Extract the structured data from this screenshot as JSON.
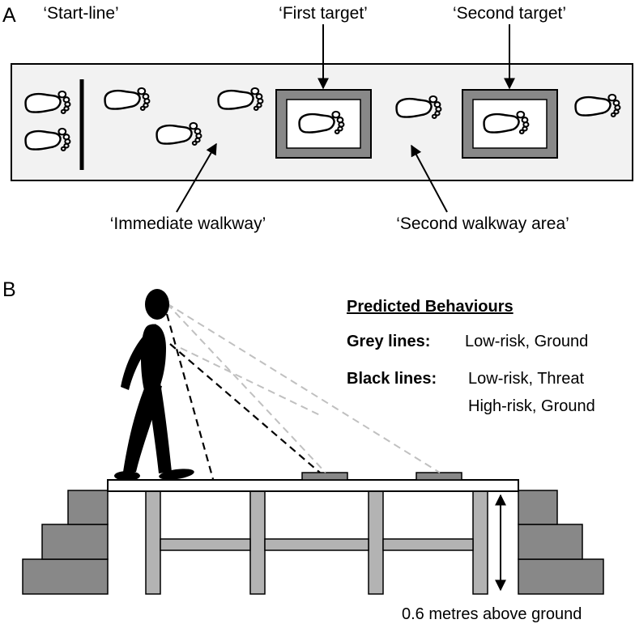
{
  "panel_a": {
    "letter": "A",
    "labels": {
      "start_line": "‘Start-line’",
      "first_target": "‘First target’",
      "second_target": "‘Second target’",
      "immediate_walkway": "‘Immediate walkway’",
      "second_walkway": "‘Second walkway area’"
    }
  },
  "panel_b": {
    "letter": "B",
    "legend": {
      "heading": "Predicted Behaviours",
      "grey_key": "Grey lines:",
      "grey_desc": "Low-risk, Ground",
      "black_key": "Black lines:",
      "black_desc_1": "Low-risk, Threat",
      "black_desc_2": "High-risk, Ground"
    },
    "height_note": "0.6 metres above ground"
  },
  "colors": {
    "walkway_fill": "#f2f2f2",
    "target_frame": "#888888",
    "structure_grey": "#888888",
    "support_grey": "#b3b3b3",
    "grey_gaze": "#c0c0c0",
    "black_gaze": "#000000"
  },
  "icons": [
    "footprint-icon",
    "walking-person-icon"
  ]
}
